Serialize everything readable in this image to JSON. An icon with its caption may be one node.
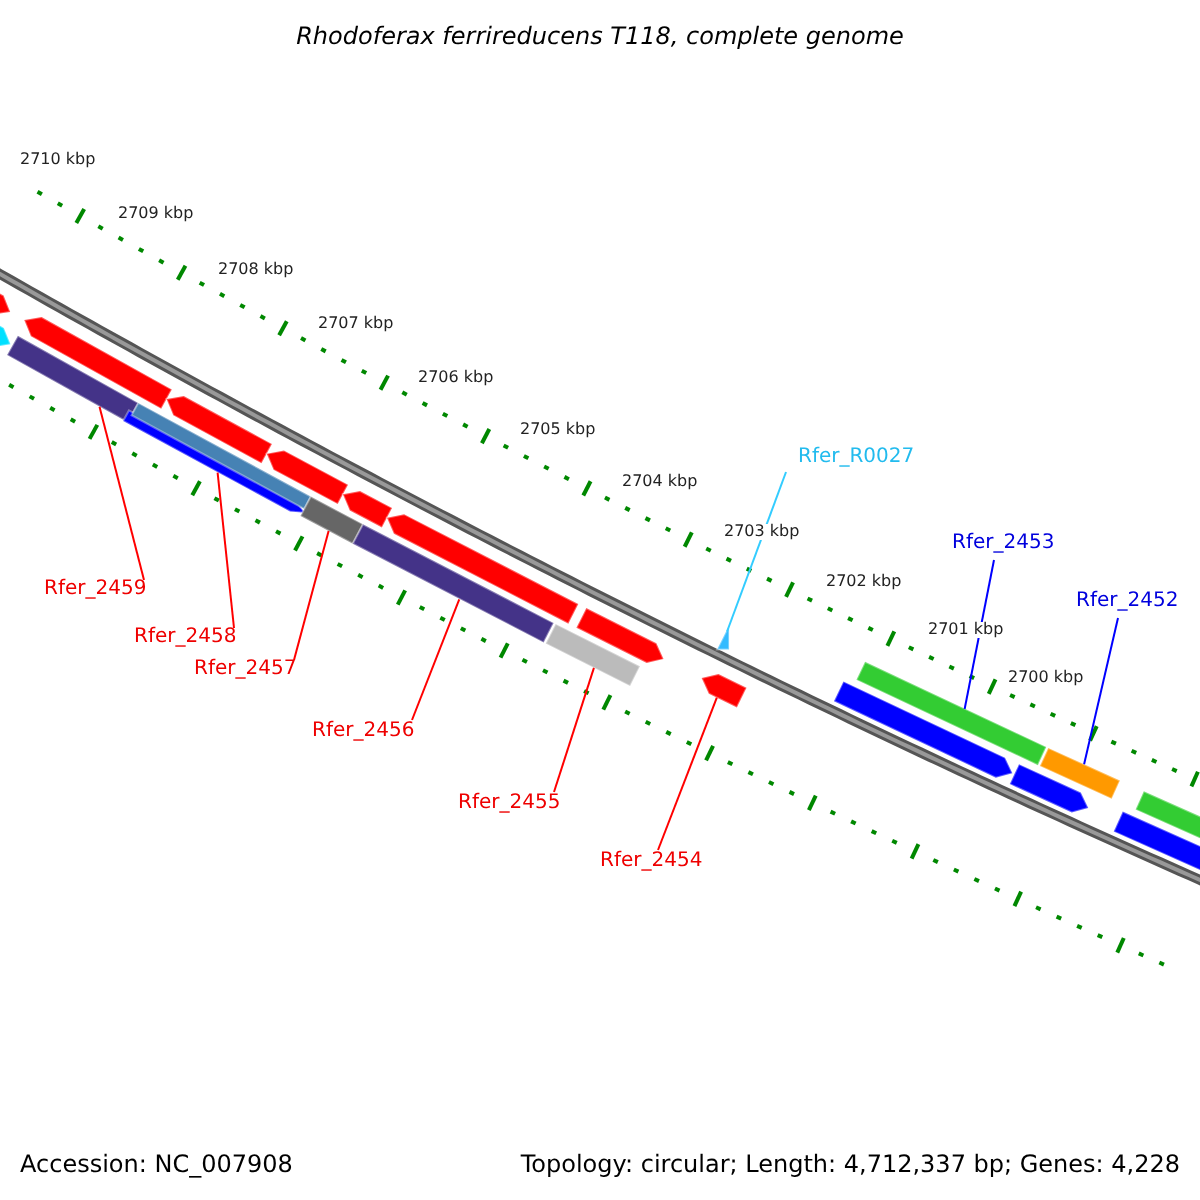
{
  "diagram": {
    "title": "Rhodoferax ferrireducens T118, complete genome",
    "nodes": [
      {
        "text": [
          "Rfer_R0027"
        ]
      },
      {
        "text": [
          "Rfer_2453"
        ]
      },
      {
        "text": [
          "Rfer_2452"
        ]
      },
      {
        "text": [
          "Rfer_2459"
        ]
      },
      {
        "text": [
          "Rfer_2458"
        ]
      },
      {
        "text": [
          "Rfer_2457"
        ]
      },
      {
        "text": [
          "Rfer_2456"
        ]
      },
      {
        "text": [
          "Rfer_2455"
        ]
      },
      {
        "text": [
          "Rfer_2454"
        ]
      },
      {
        "text": [],
        "shape": "arrow"
      },
      {
        "text": [],
        "shape": "arrow"
      },
      {
        "text": [],
        "shape": "bar"
      },
      {
        "text": [],
        "shape": "arrow"
      },
      {
        "text": [],
        "shape": "arrow"
      },
      {
        "text": [],
        "shape": "bar"
      },
      {
        "text": [],
        "shape": "arrow"
      },
      {
        "text": [],
        "shape": "arrow"
      },
      {
        "text": [],
        "shape": "bar"
      },
      {
        "text": [],
        "shape": "arrow"
      },
      {
        "text": [],
        "shape": "bar"
      },
      {
        "text": [],
        "shape": "arrow"
      },
      {
        "text": [],
        "shape": "bar"
      },
      {
        "text": [],
        "shape": "arrow"
      },
      {
        "text": [],
        "shape": "triangle"
      },
      {
        "text": [],
        "shape": "arrow"
      },
      {
        "text": [],
        "shape": "arrow"
      },
      {
        "text": [],
        "shape": "bar"
      },
      {
        "text": [],
        "shape": "arrow"
      },
      {
        "text": [],
        "shape": "bar"
      },
      {
        "text": [],
        "shape": "arrow"
      },
      {
        "text": [],
        "shape": "bar"
      }
    ],
    "edges": [
      {
        "from": 0,
        "to": 23,
        "arrow": "none",
        "color": "#33ccff"
      },
      {
        "from": 1,
        "to": 26,
        "arrow": "none",
        "color": "#0000ff"
      },
      {
        "from": 2,
        "to": 28,
        "arrow": "none",
        "color": "#0000ff"
      },
      {
        "from": 3,
        "to": 11,
        "arrow": "none"
      },
      {
        "from": 4,
        "to": 13,
        "arrow": "none"
      },
      {
        "from": 5,
        "to": 17,
        "arrow": "none"
      },
      {
        "from": 6,
        "to": 19,
        "arrow": "none"
      },
      {
        "from": 7,
        "to": 21,
        "arrow": "none"
      },
      {
        "from": 8,
        "to": 24,
        "arrow": "none"
      }
    ],
    "labels": [
      "2710 kbp",
      "2709 kbp",
      "2708 kbp",
      "2707 kbp",
      "2706 kbp",
      "2705 kbp",
      "2704 kbp",
      "2703 kbp",
      "2702 kbp",
      "2701 kbp",
      "2700 kbp",
      "Accession: NC_007908",
      "Topology: circular; Length: 4,712,337 bp; Genes: 4,228"
    ]
  }
}
